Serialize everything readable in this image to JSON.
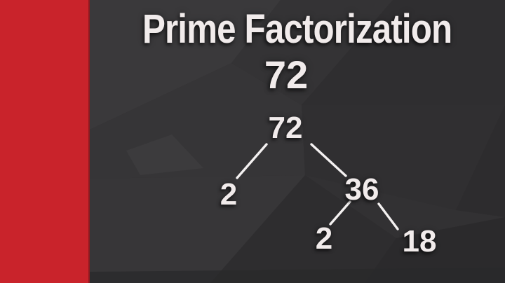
{
  "title": {
    "line1": "Prime Factorization",
    "line2": "72"
  },
  "factor_tree": {
    "root_value": "72",
    "nodes": [
      {
        "id": "root",
        "label": "72",
        "level": 1
      },
      {
        "id": "left-2",
        "label": "2",
        "level": 2,
        "prime": true
      },
      {
        "id": "node-36",
        "label": "36",
        "level": 2,
        "prime": false
      },
      {
        "id": "mid-2",
        "label": "2",
        "level": 3,
        "prime": true
      },
      {
        "id": "node-18",
        "label": "18",
        "level": 3,
        "prime": false
      }
    ],
    "edges": [
      {
        "from": "root",
        "to": "left-2"
      },
      {
        "from": "root",
        "to": "node-36"
      },
      {
        "from": "node-36",
        "to": "mid-2"
      },
      {
        "from": "node-36",
        "to": "node-18"
      }
    ]
  },
  "colors": {
    "accent_red": "#c9232b",
    "panel_background": "#323133",
    "text": "#f1ebeb",
    "tree_line": "#f4f1f1"
  }
}
